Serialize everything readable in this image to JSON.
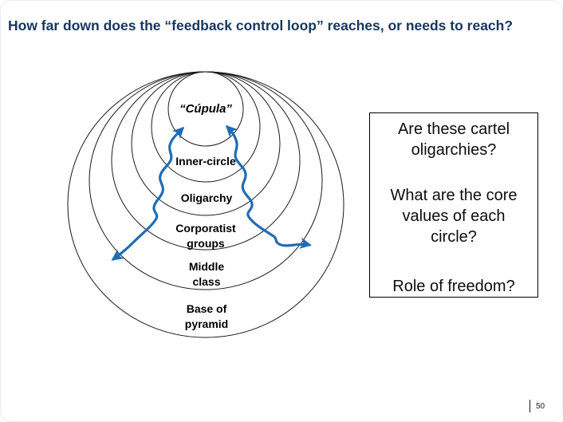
{
  "slide": {
    "title": "How far down does the “feedback control loop” reaches, or needs to reach?",
    "page_number": "50"
  },
  "diagram": {
    "description": "six nested circles tangent at top with two wavy double-headed feedback arrows",
    "labels": [
      "“Cúpula”",
      "Inner-circle",
      "Oligarchy",
      "Corporatist groups",
      "Middle class",
      "Base of pyramid"
    ]
  },
  "questions": [
    "Are these cartel oligarchies?",
    "What are the core values of each circle?",
    "Role of freedom?"
  ],
  "colors": {
    "title_navy": "#17365d",
    "arrow_blue": "#1f6cb4",
    "ring_stroke": "#1a1a1a"
  }
}
